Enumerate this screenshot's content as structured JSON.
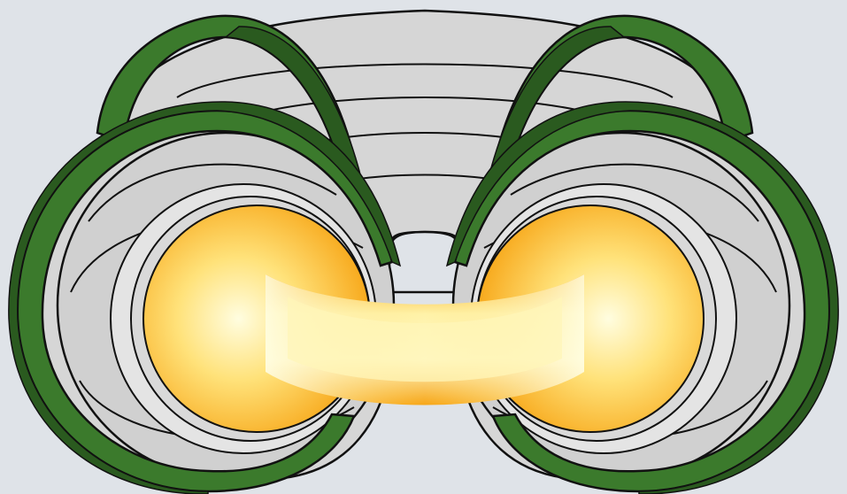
{
  "colors": {
    "background": "#dfe3e8",
    "vessel_light": "#e4e4e4",
    "vessel_mid": "#d2d2d2",
    "vessel_dark": "#bdbdbd",
    "coil_green": "#3b7a2c",
    "coil_dark": "#2a5a1f",
    "plasma_core": "#fffde0",
    "plasma_mid": "#ffe27a",
    "plasma_edge": "#f7a617",
    "outline": "#111111"
  },
  "diagram": {
    "subject": "tokamak-torus-cutaway",
    "components": [
      {
        "id": "vacuum-vessel",
        "icon": "torus-shell"
      },
      {
        "id": "toroidal-field-coil-left-back",
        "icon": "coil-ring"
      },
      {
        "id": "toroidal-field-coil-right-back",
        "icon": "coil-ring"
      },
      {
        "id": "toroidal-field-coil-left-front",
        "icon": "coil-ring"
      },
      {
        "id": "toroidal-field-coil-right-front",
        "icon": "coil-ring"
      },
      {
        "id": "plasma",
        "icon": "glowing-plasma-ring"
      }
    ]
  }
}
